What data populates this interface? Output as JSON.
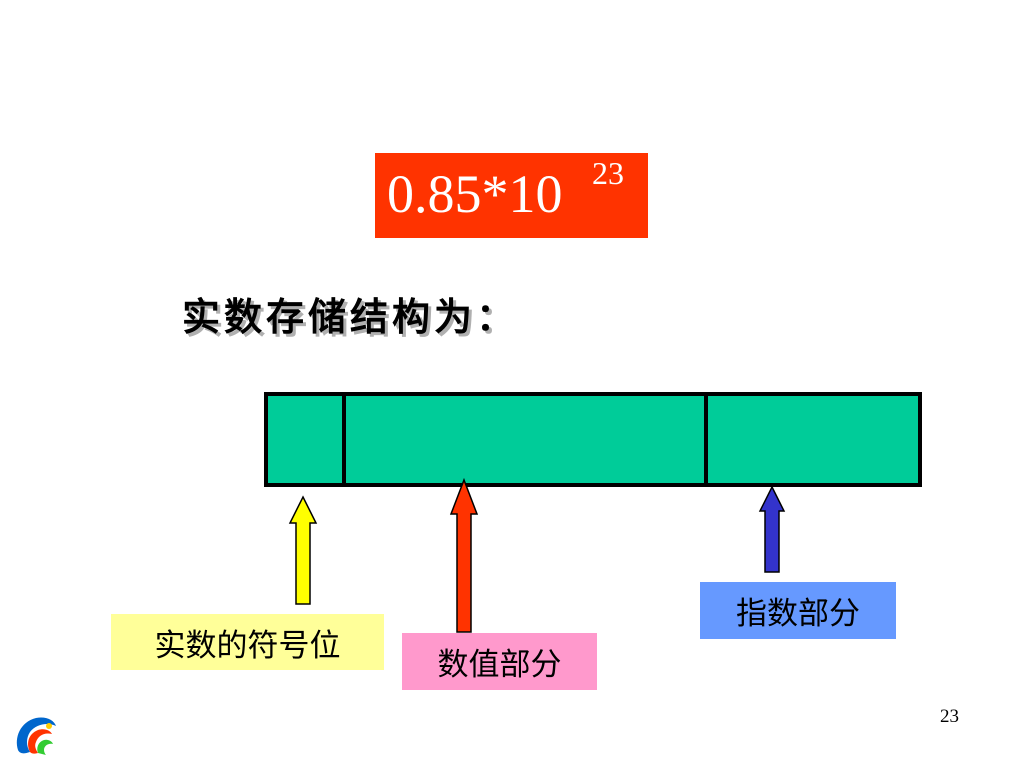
{
  "formula": {
    "base": "0.85*10",
    "exponent": "23"
  },
  "heading": "实数存储结构为：",
  "labels": {
    "sign": "实数的符号位",
    "mantissa": "数值部分",
    "exponent": "指数部分"
  },
  "colors": {
    "formula_bg": "#ff3300",
    "bar_fill": "#00cc99",
    "sign_arrow": "#ffff00",
    "mantissa_arrow": "#ff3300",
    "exponent_arrow": "#3333cc",
    "sign_label_bg": "#ffff99",
    "mantissa_label_bg": "#ff99cc",
    "exponent_label_bg": "#6699ff"
  },
  "page_number": "23",
  "logo_icon": "swirl-logo-icon"
}
